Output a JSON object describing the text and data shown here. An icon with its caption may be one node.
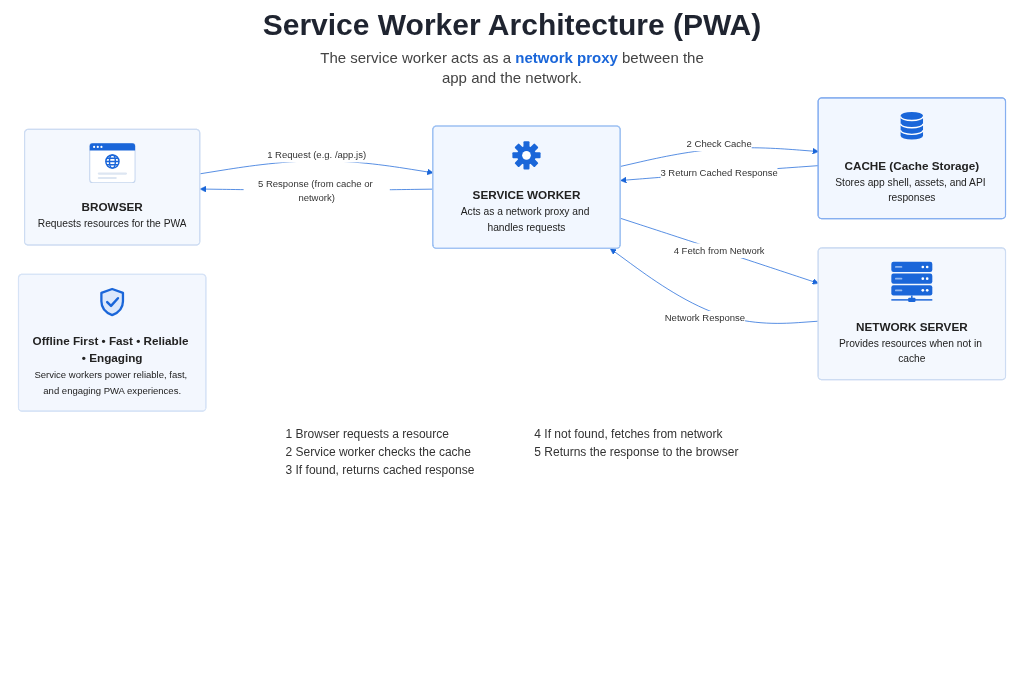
{
  "diagram": {
    "title": "Service Worker Architecture (PWA)",
    "nodes": [
      {
        "text": [
          "BROWSER",
          "Requests resources for the PWA"
        ]
      },
      {
        "text": [
          "SERVICE WORKER",
          "Acts as a network proxy and handles requests"
        ]
      },
      {
        "text": [
          "NETWORK SERVER",
          "Provides resources when not in cache"
        ]
      },
      {
        "text": [
          "CACHE (Cache Storage)",
          "Stores app shell, assets, and API responses"
        ]
      },
      {
        "text": [
          "Offline First • Fast • Reliable • Engaging",
          "Service workers power reliable, fast, and engaging PWA experiences."
        ]
      }
    ],
    "edges": [
      {
        "from": 0,
        "to": 1,
        "arrow": "to",
        "label": "1 Request (e.g. /app.js)"
      },
      {
        "from": 1,
        "to": 3,
        "arrow": "to",
        "label": "2 Check Cache"
      },
      {
        "from": 3,
        "to": 1,
        "arrow": "to",
        "label": "3 Return Cached Response"
      },
      {
        "from": 1,
        "to": 2,
        "arrow": "to",
        "label": "4 Fetch from Network"
      },
      {
        "from": 2,
        "to": 1,
        "arrow": "to",
        "label": "Network Response"
      },
      {
        "from": 1,
        "to": 0,
        "arrow": "to",
        "label": "5 Response (from cache or network)"
      }
    ],
    "labels": [
      "The service worker acts as a **network proxy** between the app and the network.",
      "1 Browser requests a resource",
      "2 Service worker checks the cache",
      "3 If found, returns cached response",
      "4 If not found, fetches from network",
      "5 Returns the response to the browser"
    ]
  }
}
